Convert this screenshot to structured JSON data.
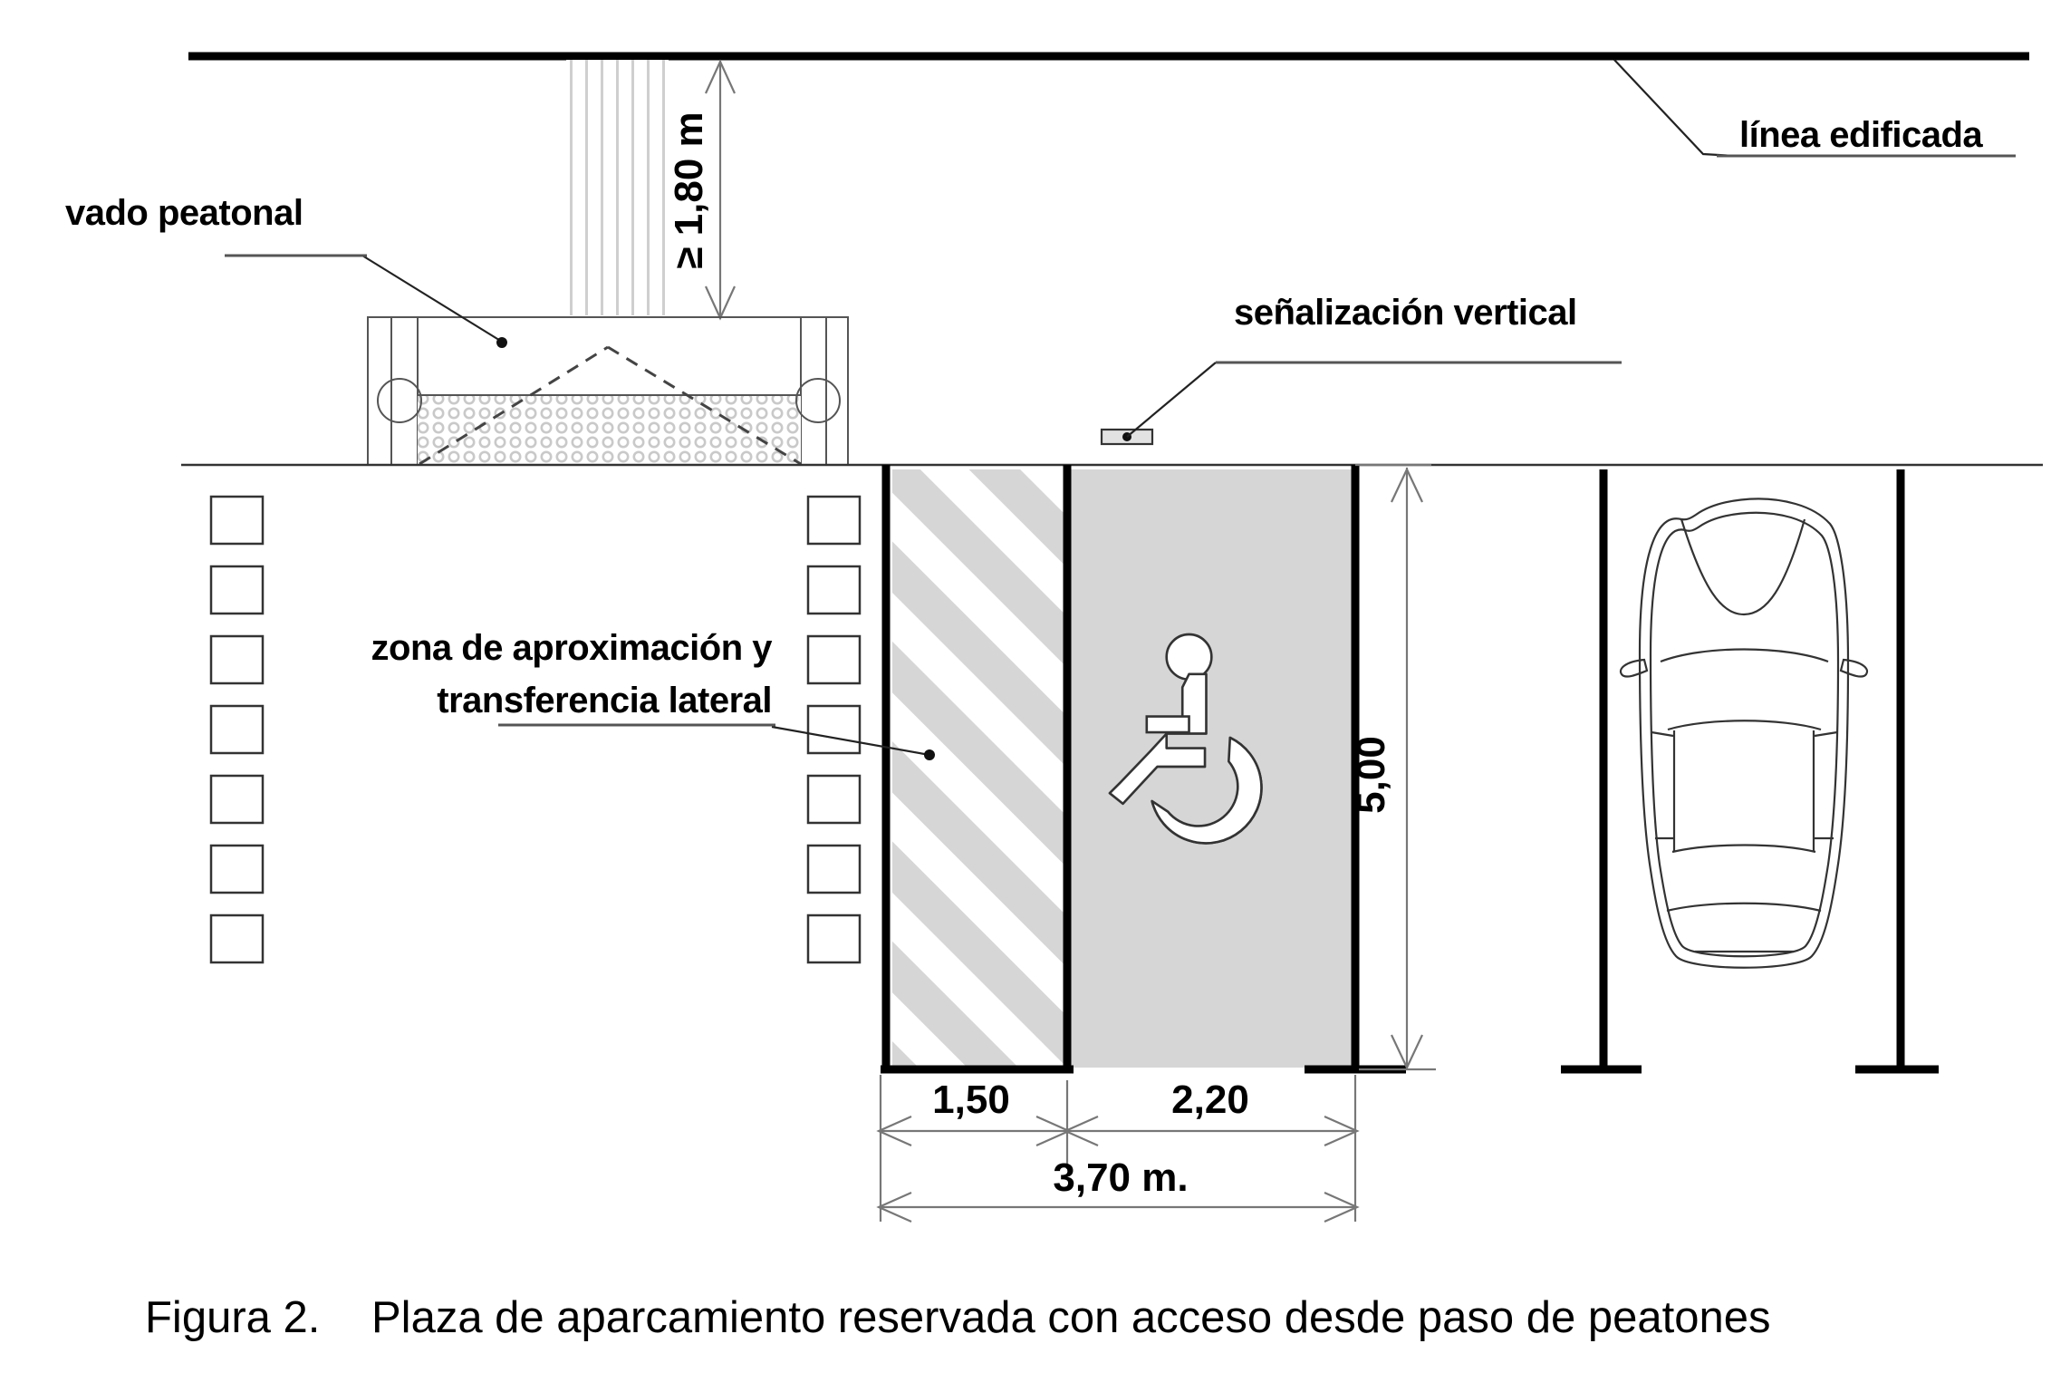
{
  "figure": {
    "caption_number": "Figura 2.",
    "caption_text": "Plaza de aparcamiento reservada con acceso desde paso de peatones"
  },
  "labels": {
    "linea_edificada": "línea edificada",
    "vado_peatonal": "vado peatonal",
    "senalizacion_vertical": "señalización vertical",
    "zona_line1": "zona de aproximación y",
    "zona_line2": "transferencia lateral"
  },
  "dimensions": {
    "vertical_clearance": "≥ 1,80 m",
    "bay_length": "5,00",
    "transfer_zone_width": "1,50",
    "parking_width": "2,20",
    "total_width": "3,70 m."
  },
  "colors": {
    "fill_gray": "#d6d6d6",
    "hatch_gray": "#d6d6d6",
    "line_black": "#000000",
    "line_thin": "#555555",
    "background": "#ffffff"
  },
  "icons": {
    "wheelchair": "wheelchair-symbol",
    "car": "car-top-view",
    "sign": "vertical-sign-plan"
  }
}
